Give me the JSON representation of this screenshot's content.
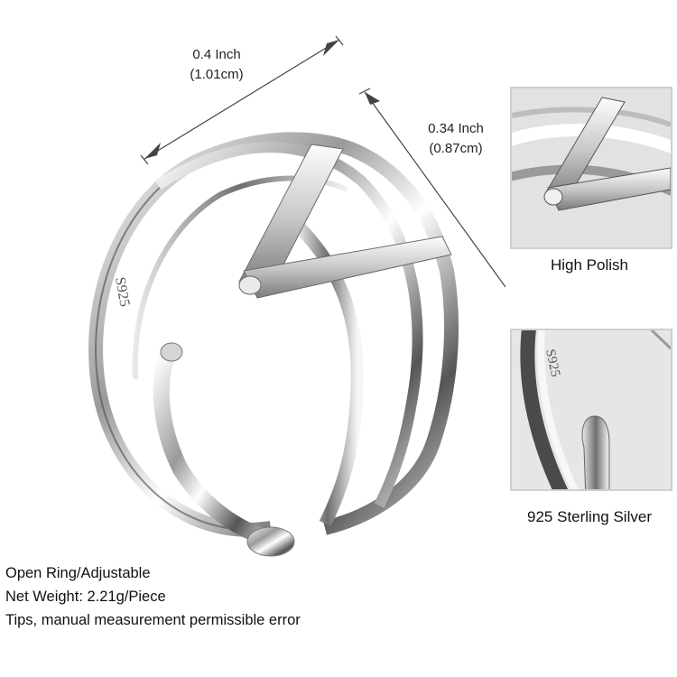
{
  "dimensions": {
    "width_inch": "0.4 Inch",
    "width_cm": "(1.01cm)",
    "height_inch": "0.34 Inch",
    "height_cm": "(0.87cm)"
  },
  "ring": {
    "stamp": "S925"
  },
  "details": {
    "polish_caption": "High Polish",
    "silver_caption": "925 Sterling Silver",
    "silver_stamp": "S925"
  },
  "specs": {
    "line1": "Open Ring/Adjustable",
    "line2": "Net Weight: 2.21g/Piece",
    "line3": "Tips, manual measurement permissible error"
  },
  "colors": {
    "background": "#ffffff",
    "silver_light": "#f2f2f2",
    "silver_dark": "#3a3a3a"
  }
}
